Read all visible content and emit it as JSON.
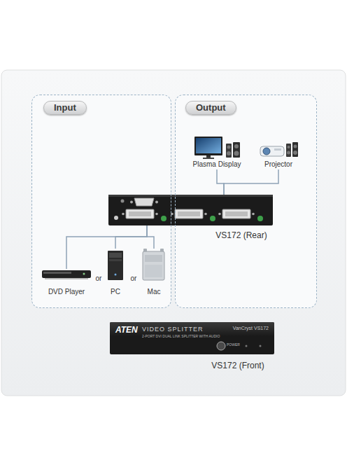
{
  "diagram": {
    "nodes": [
      {
        "text": [
          "Input"
        ]
      },
      {
        "text": [
          "Output"
        ]
      },
      {
        "text": [
          "Plasma Display"
        ],
        "in": 1
      },
      {
        "text": [
          "Projector"
        ],
        "in": 1
      },
      {
        "text": [
          "VS172 (Rear)"
        ]
      },
      {
        "text": [
          "DVD Player"
        ],
        "in": 0
      },
      {
        "text": [
          "PC"
        ],
        "in": 0
      },
      {
        "text": [
          "Mac"
        ],
        "in": 0
      },
      {
        "text": [
          "ATEN",
          "VIDEO SPLITTER",
          "2-PORT DVI DUAL LINK SPLITTER WITH AUDIO",
          "VanCryst VS172",
          "POWER",
          "VS172 (Front)"
        ]
      }
    ],
    "edges": [
      {
        "from": 4,
        "to": 2,
        "arrow": "none"
      },
      {
        "from": 4,
        "to": 3,
        "arrow": "none"
      },
      {
        "from": 5,
        "to": 4,
        "arrow": "none"
      },
      {
        "from": 6,
        "to": 4,
        "arrow": "none"
      },
      {
        "from": 7,
        "to": 4,
        "arrow": "none"
      }
    ],
    "labels": [
      "or",
      "or"
    ]
  }
}
